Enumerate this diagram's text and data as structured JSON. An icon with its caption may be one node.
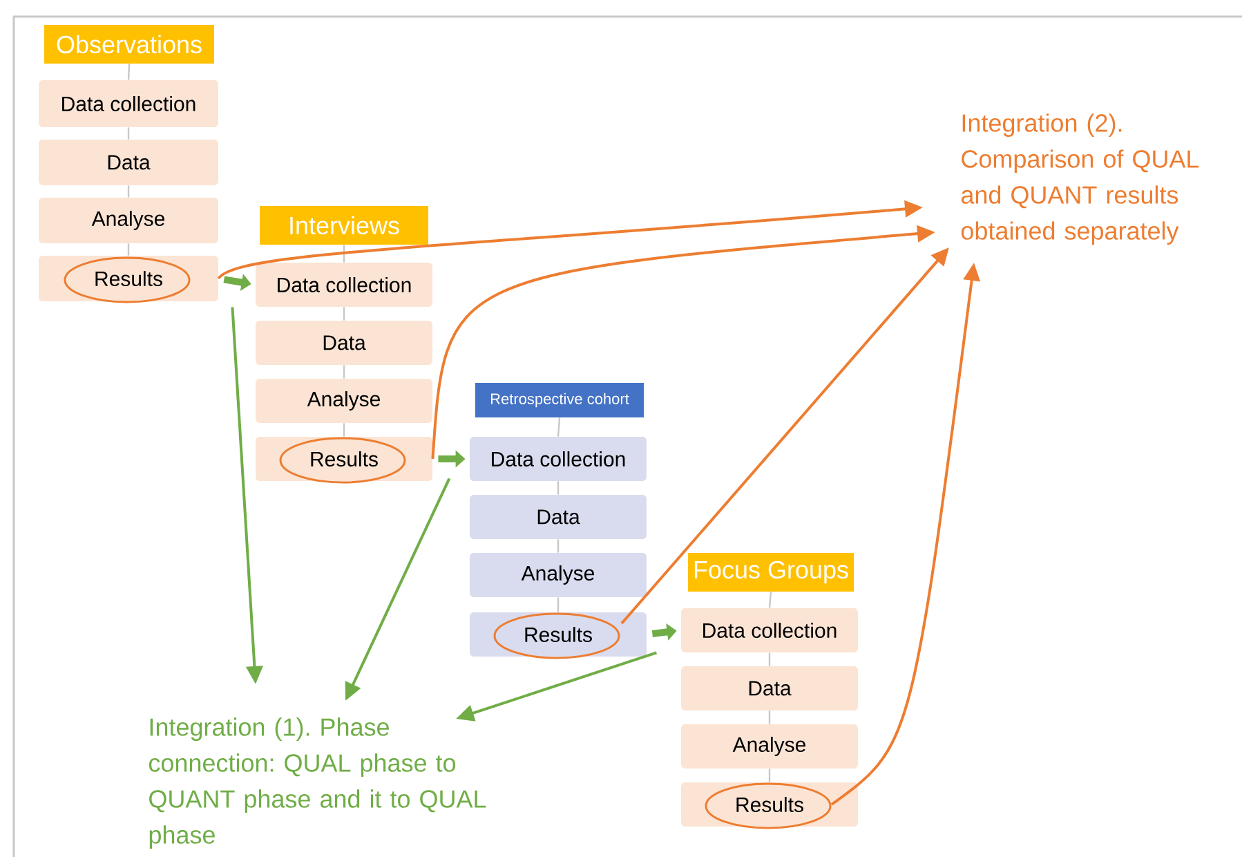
{
  "diagram": {
    "nodes": [
      {
        "text": [
          "Observations"
        ]
      },
      {
        "text": [
          "Data collection"
        ]
      },
      {
        "text": [
          "Data"
        ]
      },
      {
        "text": [
          "Analyse"
        ]
      },
      {
        "text": [
          "Results"
        ]
      },
      {
        "text": [
          "Interviews"
        ]
      },
      {
        "text": [
          "Data collection"
        ]
      },
      {
        "text": [
          "Data"
        ]
      },
      {
        "text": [
          "Analyse"
        ]
      },
      {
        "text": [
          "Results"
        ]
      },
      {
        "text": [
          "Retrospective cohort"
        ]
      },
      {
        "text": [
          "Data collection"
        ]
      },
      {
        "text": [
          "Data"
        ]
      },
      {
        "text": [
          "Analyse"
        ]
      },
      {
        "text": [
          "Results"
        ]
      },
      {
        "text": [
          "Focus Groups"
        ]
      },
      {
        "text": [
          "Data collection"
        ]
      },
      {
        "text": [
          "Data"
        ]
      },
      {
        "text": [
          "Analyse"
        ]
      },
      {
        "text": [
          "Results"
        ]
      },
      {
        "text": [
          "Integration (2). Comparison of QUAL and QUANT results obtained separately"
        ]
      },
      {
        "text": [
          "Integration (1). Phase connection: QUAL phase to QUANT phase and it to QUAL phase"
        ]
      }
    ],
    "edges": [
      {
        "from": 0,
        "to": 1,
        "arrow": "none"
      },
      {
        "from": 1,
        "to": 2,
        "arrow": "none"
      },
      {
        "from": 2,
        "to": 3,
        "arrow": "none"
      },
      {
        "from": 3,
        "to": 4,
        "arrow": "none"
      },
      {
        "from": 5,
        "to": 6,
        "arrow": "none"
      },
      {
        "from": 6,
        "to": 7,
        "arrow": "none"
      },
      {
        "from": 7,
        "to": 8,
        "arrow": "none"
      },
      {
        "from": 8,
        "to": 9,
        "arrow": "none"
      },
      {
        "from": 10,
        "to": 11,
        "arrow": "none"
      },
      {
        "from": 11,
        "to": 12,
        "arrow": "none"
      },
      {
        "from": 12,
        "to": 13,
        "arrow": "none"
      },
      {
        "from": 13,
        "to": 14,
        "arrow": "none"
      },
      {
        "from": 15,
        "to": 16,
        "arrow": "none"
      },
      {
        "from": 16,
        "to": 17,
        "arrow": "none"
      },
      {
        "from": 17,
        "to": 18,
        "arrow": "none"
      },
      {
        "from": 18,
        "to": 19,
        "arrow": "none"
      },
      {
        "from": 4,
        "to": 20,
        "arrow": "to",
        "color": "#ed7d31"
      },
      {
        "from": 9,
        "to": 20,
        "arrow": "to",
        "color": "#ed7d31"
      },
      {
        "from": 14,
        "to": 20,
        "arrow": "to",
        "color": "#ed7d31"
      },
      {
        "from": 19,
        "to": 20,
        "arrow": "to",
        "color": "#ed7d31"
      },
      {
        "from": 4,
        "to": 6,
        "arrow": "to",
        "style": "thick",
        "color": "#70ad47"
      },
      {
        "from": 9,
        "to": 11,
        "arrow": "to",
        "style": "thick",
        "color": "#70ad47"
      },
      {
        "from": 14,
        "to": 16,
        "arrow": "to",
        "style": "thick",
        "color": "#70ad47"
      },
      {
        "from": 4,
        "to": 21,
        "arrow": "to",
        "color": "#70ad47"
      },
      {
        "from": 9,
        "to": 21,
        "arrow": "to",
        "color": "#70ad47"
      },
      {
        "from": 14,
        "to": 21,
        "arrow": "to",
        "color": "#70ad47"
      }
    ]
  }
}
